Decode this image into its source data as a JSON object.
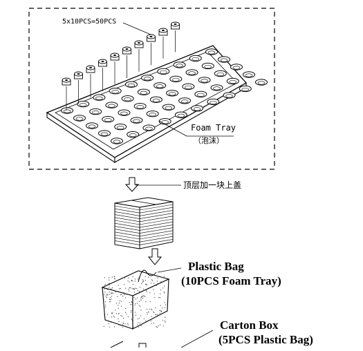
{
  "tray_group": {
    "count_label": "5x10PCS=50PCS",
    "tray_label_en": "Foam Tray",
    "tray_label_cn": "（泡沫）"
  },
  "stack_step": {
    "note_cn": "顶层加一块上盖"
  },
  "bag_step": {
    "title": "Plastic Bag",
    "subtitle": "(10PCS Foam Tray)"
  },
  "carton_step": {
    "title": "Carton Box",
    "subtitle": "(5PCS Plastic Bag)"
  }
}
